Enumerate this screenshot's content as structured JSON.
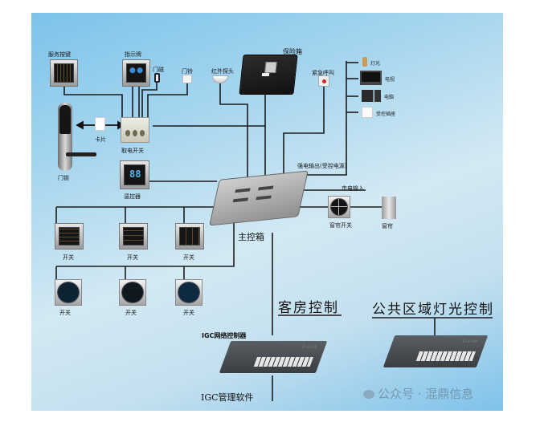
{
  "diagram": {
    "title_room": "客房控制",
    "title_public": "公共区域灯光控制",
    "main_box": "主控箱",
    "nodes": {
      "service_button": "服务按键",
      "indicator": "指示牌",
      "door_magnet": "门磁",
      "doorbell": "门铃",
      "ir_probe": "红外探头",
      "safe": "保险箱",
      "emergency_call": "紧急呼叫",
      "light": "灯光",
      "tv": "电视",
      "computer": "电脑",
      "controlled_socket": "受控插座",
      "card": "卡片",
      "door_lock": "门锁",
      "power_switch": "取电开关",
      "thermostat": "温控器",
      "strong_power_output": "强电输出(受控电源)",
      "mains_input": "市电输入",
      "curtain_switch": "窗帘开关",
      "curtain": "窗帘",
      "switch_label": "开关",
      "igc_controller": "IGC网络控制器",
      "igc_software": "IGC管理软件"
    },
    "thermostat_display": "88",
    "brand_mark": "D-Link",
    "watermark": "公众号 · 混鼎信息"
  }
}
